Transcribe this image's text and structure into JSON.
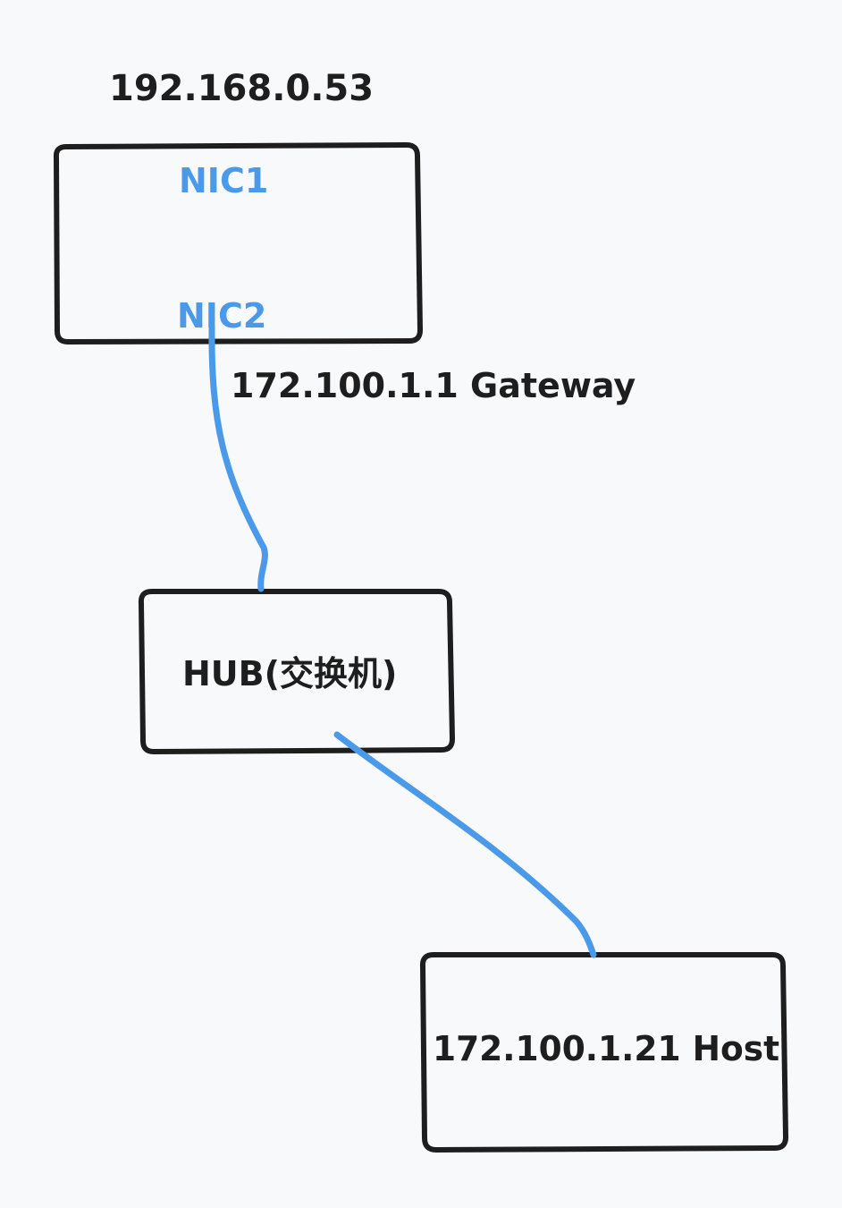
{
  "colors": {
    "background": "#f8f9fb",
    "stroke": "#1e1e1e",
    "accent": "#4a9ae9"
  },
  "router": {
    "ip": "192.168.0.53",
    "nic1": "NIC1",
    "nic2": "NIC2"
  },
  "gateway_link": {
    "label": "172.100.1.1 Gateway"
  },
  "hub": {
    "label": "HUB(交换机)"
  },
  "host": {
    "label": "172.100.1.21 Host"
  }
}
